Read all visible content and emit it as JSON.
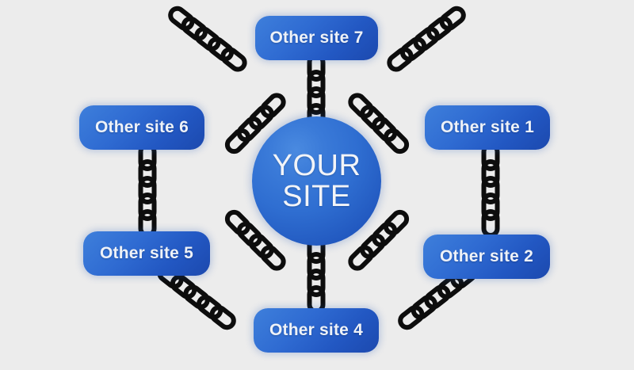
{
  "diagram": {
    "title": "Link building hub and spoke diagram",
    "background_color": "#ececec",
    "hub": {
      "name": "your-site-hub",
      "line1": "YOUR",
      "line2": "SITE",
      "shape": "circle",
      "fill_color": "#2f6ed1",
      "text_color": "#f2f4f8"
    },
    "connector": {
      "icon": "chain-link-icon",
      "color": "#0d0d0d",
      "count": 12,
      "description": "chain of interlocking oval links"
    },
    "nodes": [
      {
        "id": "site7",
        "label": "Other site 7",
        "position": "top",
        "fill_color": "#2f6bd2"
      },
      {
        "id": "site1",
        "label": "Other site 1",
        "position": "upper-right",
        "fill_color": "#2f6bd2"
      },
      {
        "id": "site2",
        "label": "Other site 2",
        "position": "lower-right",
        "fill_color": "#2f6bd2"
      },
      {
        "id": "site4",
        "label": "Other site 4",
        "position": "bottom",
        "fill_color": "#2f6bd2"
      },
      {
        "id": "site5",
        "label": "Other site 5",
        "position": "lower-left",
        "fill_color": "#2f6bd2"
      },
      {
        "id": "site6",
        "label": "Other site 6",
        "position": "upper-left",
        "fill_color": "#2f6bd2"
      }
    ]
  }
}
